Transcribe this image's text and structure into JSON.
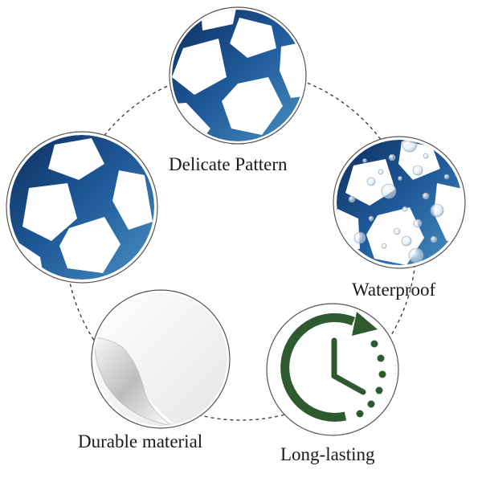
{
  "features": {
    "pattern": "Delicate Pattern",
    "waterproof": "Waterproof",
    "durable": "Durable material",
    "long_lasting": "Long-lasting"
  },
  "colors": {
    "ball_dark": "#0f3a6e",
    "ball_mid": "#1f5a9a",
    "ball_light": "#3b82b8",
    "clock_green": "#2f5a2f",
    "ring_dash": "#333333",
    "badge_border": "#555555"
  },
  "icons": [
    "soccer-ball-icon",
    "water-droplets-icon",
    "peel-corner-icon",
    "clock-arrow-icon"
  ]
}
